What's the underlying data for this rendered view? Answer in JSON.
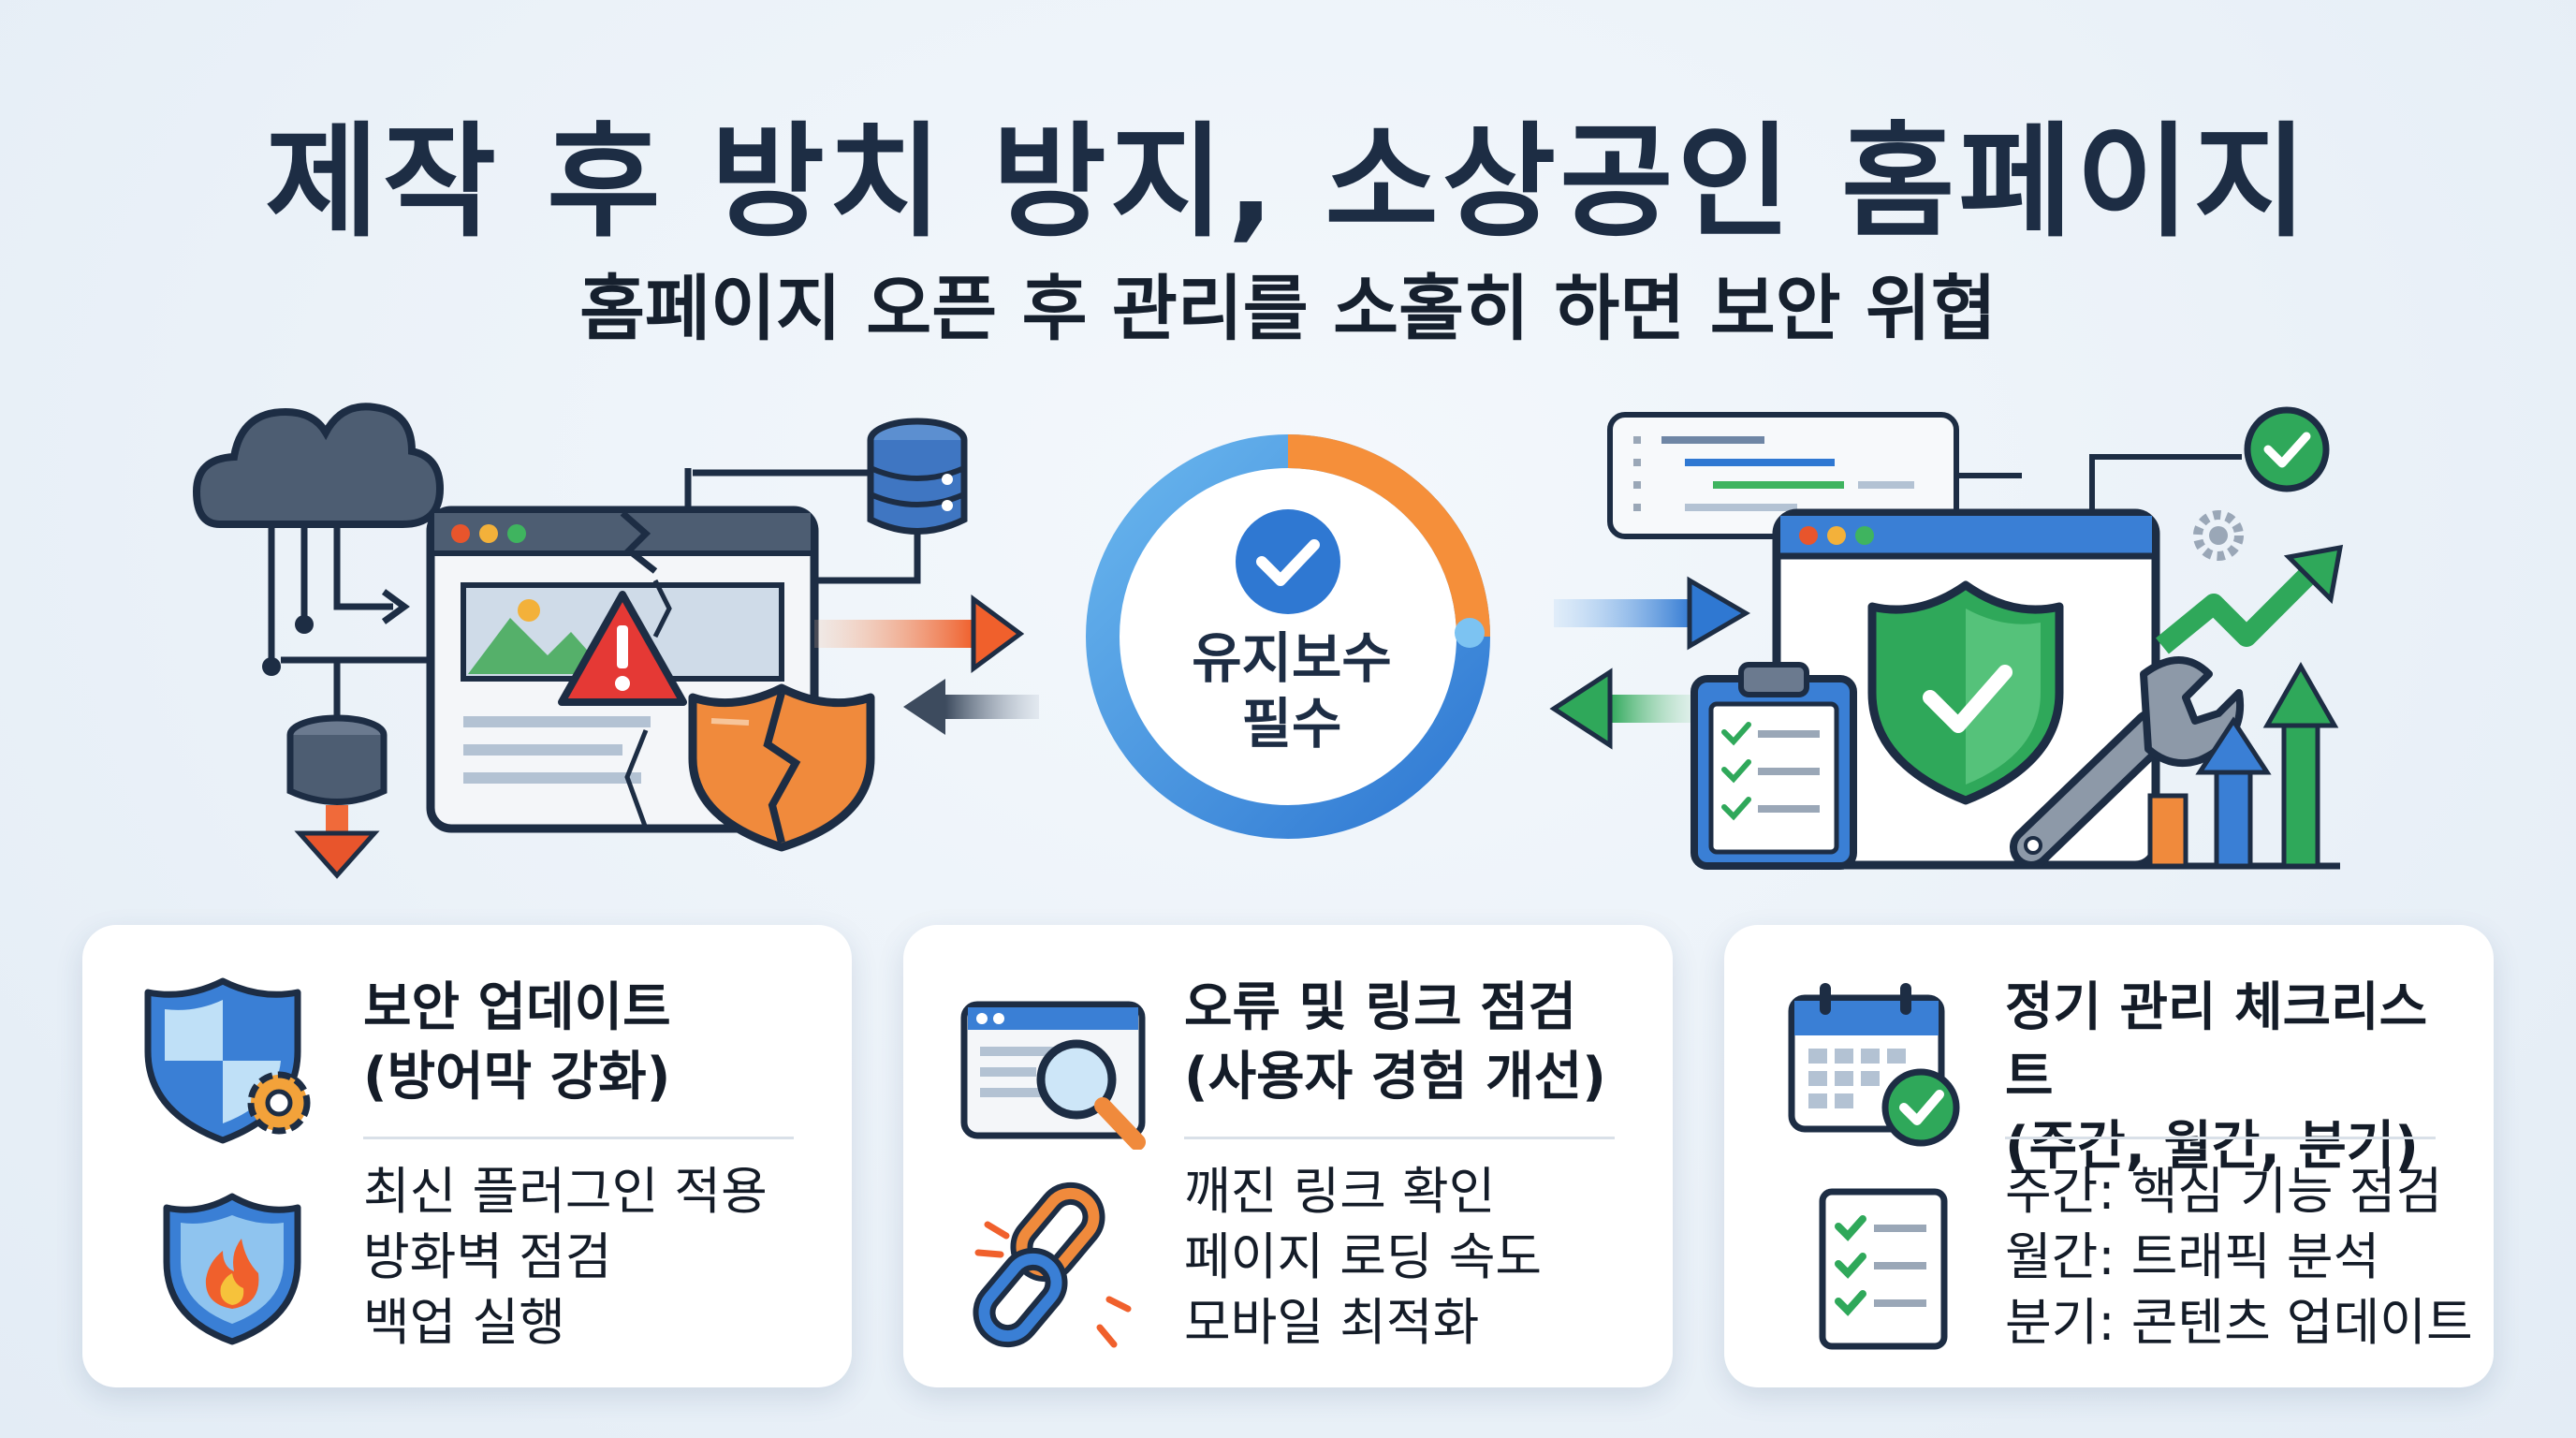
{
  "title": "제작 후 방치 방지, 소상공인 홈페이지",
  "subtitle": "홈페이지 오픈 후 관리를 소홀히 하면 보안 위협",
  "center": {
    "line1": "유지보수",
    "line2": "필수"
  },
  "colors": {
    "navy": "#1d2d44",
    "blue": "#3a7fd5",
    "orange": "#f08a3c",
    "green": "#2fa85a",
    "red": "#e53935"
  },
  "cards": [
    {
      "icon": "shield-gear-icon",
      "title_line1": "보안 업데이트",
      "title_line2": "(방어막 강화)",
      "list_icon": "fire-shield-icon",
      "items": [
        "최신 플러그인 적용",
        "방화벽 점검",
        "백업 실행"
      ]
    },
    {
      "icon": "browser-magnifier-icon",
      "title_line1": "오류 및 링크 점검",
      "title_line2": "(사용자 경험 개선)",
      "list_icon": "broken-link-icon",
      "items": [
        "깨진 링크 확인",
        "페이지 로딩 속도",
        "모바일 최적화"
      ]
    },
    {
      "icon": "calendar-check-icon",
      "title_line1": "정기 관리 체크리스트",
      "title_line2": "(주간, 월간, 분기)",
      "list_icon": "checklist-icon",
      "items": [
        "주간: 핵심 기능 점검",
        "월간: 트래픽 분석",
        "분기: 콘텐츠 업데이트"
      ]
    }
  ]
}
